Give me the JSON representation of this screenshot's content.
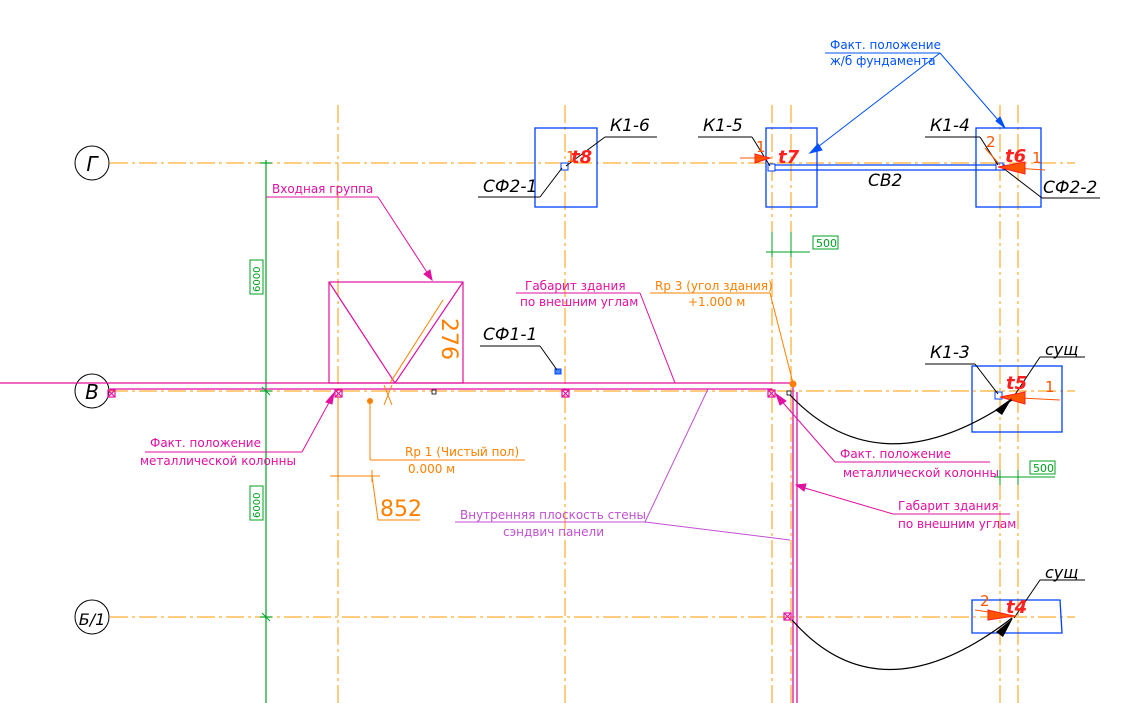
{
  "axes": {
    "g": "Г",
    "v": "В",
    "b1": "Б/1"
  },
  "columns": {
    "k1_6": "К1-6",
    "k1_5": "К1-5",
    "k1_4": "К1-4",
    "k1_3": "К1-3",
    "sf2_1": "СФ2-1",
    "sf2_2": "СФ2-2",
    "sf1_1": "СФ1-1",
    "sv2": "СВ2"
  },
  "points": {
    "t4": "t4",
    "t5": "t5",
    "t6": "t6",
    "t7": "t7",
    "t8": "t8"
  },
  "deviation_marks": {
    "k1_5_one": "1",
    "k1_4_one": "1",
    "k1_4_two": "2",
    "k1_6_one": "1",
    "k1_3_one": "1",
    "b1_two": "2"
  },
  "existing": {
    "top": "сущ",
    "bottom": "сущ"
  },
  "annotations": {
    "fakt_fund_line1": "Факт. положение",
    "fakt_fund_line2": "ж/б фундамента",
    "vkhodnaya": "Входная группа",
    "gabarit_top_line1": "Габарит здания",
    "gabarit_top_line2": "по внешним углам",
    "rp3_line1": "Rp 3 (угол здания)",
    "rp3_line2": "+1.000 м",
    "rp1_line1": "Rp 1 (Чистый пол)",
    "rp1_line2": "0.000 м",
    "fakt_left_line1": "Факт. положение",
    "fakt_left_line2": "металлической колонны",
    "fakt_right_line1": "Факт. положение",
    "fakt_right_line2": "металлической колонны",
    "gabarit_right_line1": "Габарит здания",
    "gabarit_right_line2": "по внешним углам",
    "inner_line1": "Внутренняя плоскость стены",
    "inner_line2": "сэндвич панели"
  },
  "dimensions": {
    "d6000_top": "6000",
    "d6000_bottom": "6000",
    "d500_top": "500",
    "d500_right": "500",
    "d276": "276",
    "d852": "852"
  },
  "colors": {
    "grid": "#ff9900",
    "blue": "#0040ff",
    "magenta": "#e010a0",
    "green": "#00a020",
    "red": "#ff2020",
    "orange": "#ff8000"
  }
}
